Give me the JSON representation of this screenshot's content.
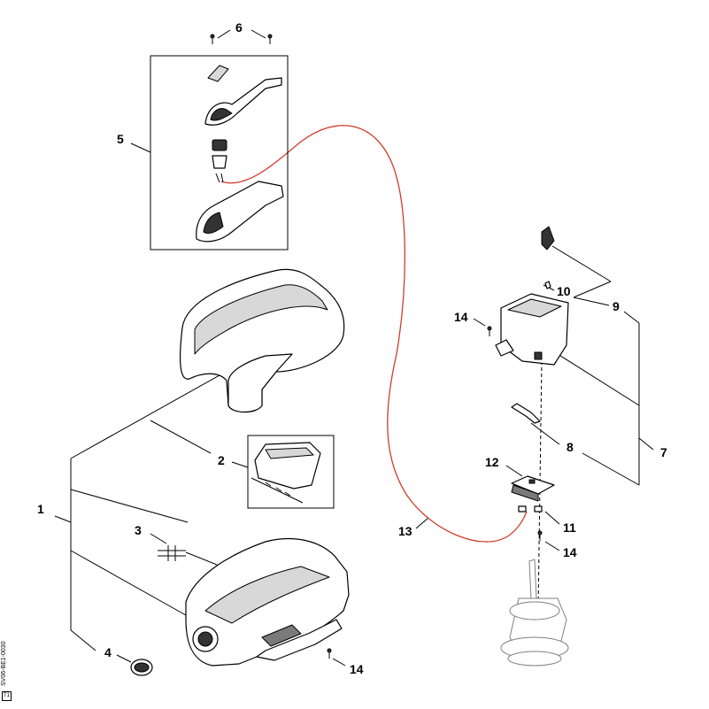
{
  "diagram": {
    "document_id": "SV06-BE1-0030",
    "box_label": "T1",
    "hose_color": "#d23c28",
    "callouts": [
      {
        "id": "c1",
        "label": "1"
      },
      {
        "id": "c2",
        "label": "2"
      },
      {
        "id": "c3",
        "label": "3"
      },
      {
        "id": "c4",
        "label": "4"
      },
      {
        "id": "c5",
        "label": "5"
      },
      {
        "id": "c6",
        "label": "6"
      },
      {
        "id": "c7",
        "label": "7"
      },
      {
        "id": "c8",
        "label": "8"
      },
      {
        "id": "c9",
        "label": "9"
      },
      {
        "id": "c10",
        "label": "10"
      },
      {
        "id": "c11",
        "label": "11"
      },
      {
        "id": "c12",
        "label": "12"
      },
      {
        "id": "c13",
        "label": "13"
      },
      {
        "id": "c14a",
        "label": "14"
      },
      {
        "id": "c14b",
        "label": "14"
      },
      {
        "id": "c14c",
        "label": "14"
      }
    ]
  }
}
